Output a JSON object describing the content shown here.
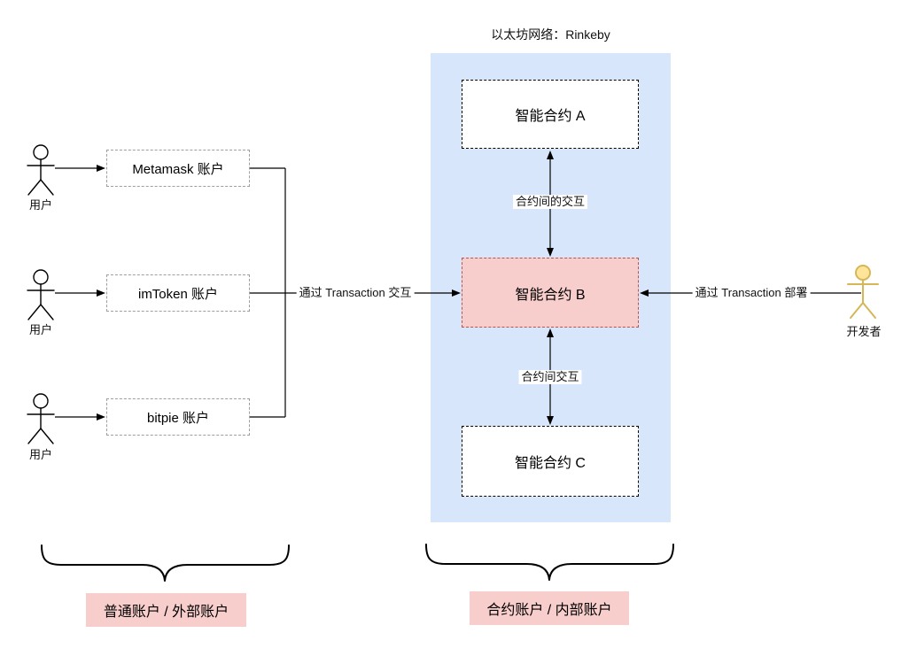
{
  "diagram": {
    "title": "以太坊网络：Rinkeby"
  },
  "actors": {
    "users": [
      {
        "label": "用户"
      },
      {
        "label": "用户"
      },
      {
        "label": "用户"
      }
    ],
    "developer": {
      "label": "开发者"
    }
  },
  "accounts": [
    {
      "label": "Metamask 账户"
    },
    {
      "label": "imToken 账户"
    },
    {
      "label": "bitpie 账户"
    }
  ],
  "contracts": [
    {
      "label": "智能合约 A"
    },
    {
      "label": "智能合约 B",
      "highlighted": true
    },
    {
      "label": "智能合约 C"
    }
  ],
  "edges": {
    "user_to_contract": "通过 Transaction 交互",
    "developer_to_contract": "通过 Transaction 部署",
    "contract_ab": "合约间的交互",
    "contract_bc": "合约间交互"
  },
  "groups": {
    "external": "普通账户 / 外部账户",
    "internal": "合约账户 / 内部账户"
  },
  "colors": {
    "network_region_fill": "#d8e6fb",
    "highlight_fill": "#f8cecc",
    "highlight_border": "#b85450",
    "account_border": "#9e9e9e",
    "developer_stroke": "#d6b656",
    "developer_head_fill": "#ffe599",
    "line": "#000000"
  }
}
